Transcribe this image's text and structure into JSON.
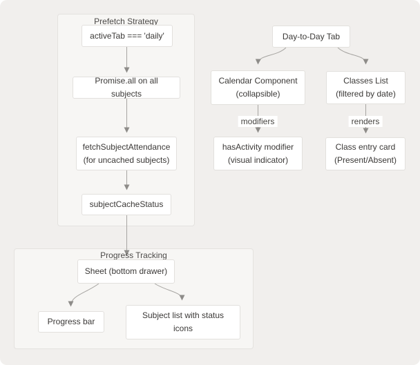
{
  "colors": {
    "canvas_bg": "#f1efed",
    "group_bg": "#f7f6f4",
    "group_border": "#e4e2df",
    "node_bg": "#ffffff",
    "node_border": "#e2e0dd",
    "edge": "#a6a4a1",
    "arrowhead": "#8e8c89",
    "text": "#3a3836"
  },
  "groups": {
    "prefetch": {
      "title": "Prefetch Strategy"
    },
    "progress": {
      "title": "Progress Tracking"
    }
  },
  "nodes": {
    "active_tab": {
      "label": "activeTab === 'daily'"
    },
    "promise_all": {
      "label": "Promise.all on all subjects"
    },
    "fetch_attendance": {
      "line1": "fetchSubjectAttendance",
      "line2": "(for uncached subjects)"
    },
    "cache_status": {
      "label": "subjectCacheStatus"
    },
    "day_tab": {
      "label": "Day-to-Day Tab"
    },
    "calendar": {
      "line1": "Calendar Component",
      "line2": "(collapsible)"
    },
    "classes_list": {
      "line1": "Classes List",
      "line2": "(filtered by date)"
    },
    "has_activity": {
      "line1": "hasActivity modifier",
      "line2": "(visual indicator)"
    },
    "class_entry": {
      "line1": "Class entry card",
      "line2": "(Present/Absent)"
    },
    "sheet": {
      "label": "Sheet (bottom drawer)"
    },
    "progress_bar": {
      "label": "Progress bar"
    },
    "subject_list": {
      "label": "Subject list with status icons"
    }
  },
  "edge_labels": {
    "modifiers": "modifiers",
    "renders": "renders"
  }
}
